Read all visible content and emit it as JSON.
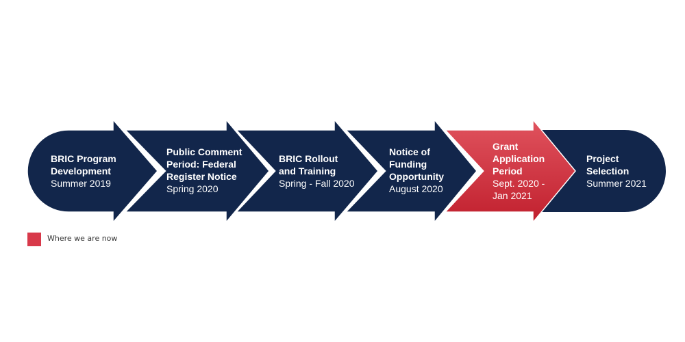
{
  "colors": {
    "navy": "#12264b",
    "red_top": "#e0535e",
    "red_bottom": "#c1202e",
    "legend_swatch": "#d8394a"
  },
  "stages": [
    {
      "title": "BRIC Program\nDevelopment",
      "date": "Summer 2019",
      "current": false
    },
    {
      "title": "Public Comment\nPeriod: Federal\nRegister Notice",
      "date": "Spring 2020",
      "current": false
    },
    {
      "title": "BRIC Rollout\nand Training",
      "date": "Spring - Fall 2020",
      "current": false
    },
    {
      "title": "Notice of\nFunding\nOpportunity",
      "date": "August 2020",
      "current": false
    },
    {
      "title": "Grant\nApplication\nPeriod",
      "date": "Sept. 2020 -\nJan 2021",
      "current": true
    },
    {
      "title": "Project\nSelection",
      "date": "Summer 2021",
      "current": false
    }
  ],
  "legend": {
    "label": "Where we are now"
  }
}
